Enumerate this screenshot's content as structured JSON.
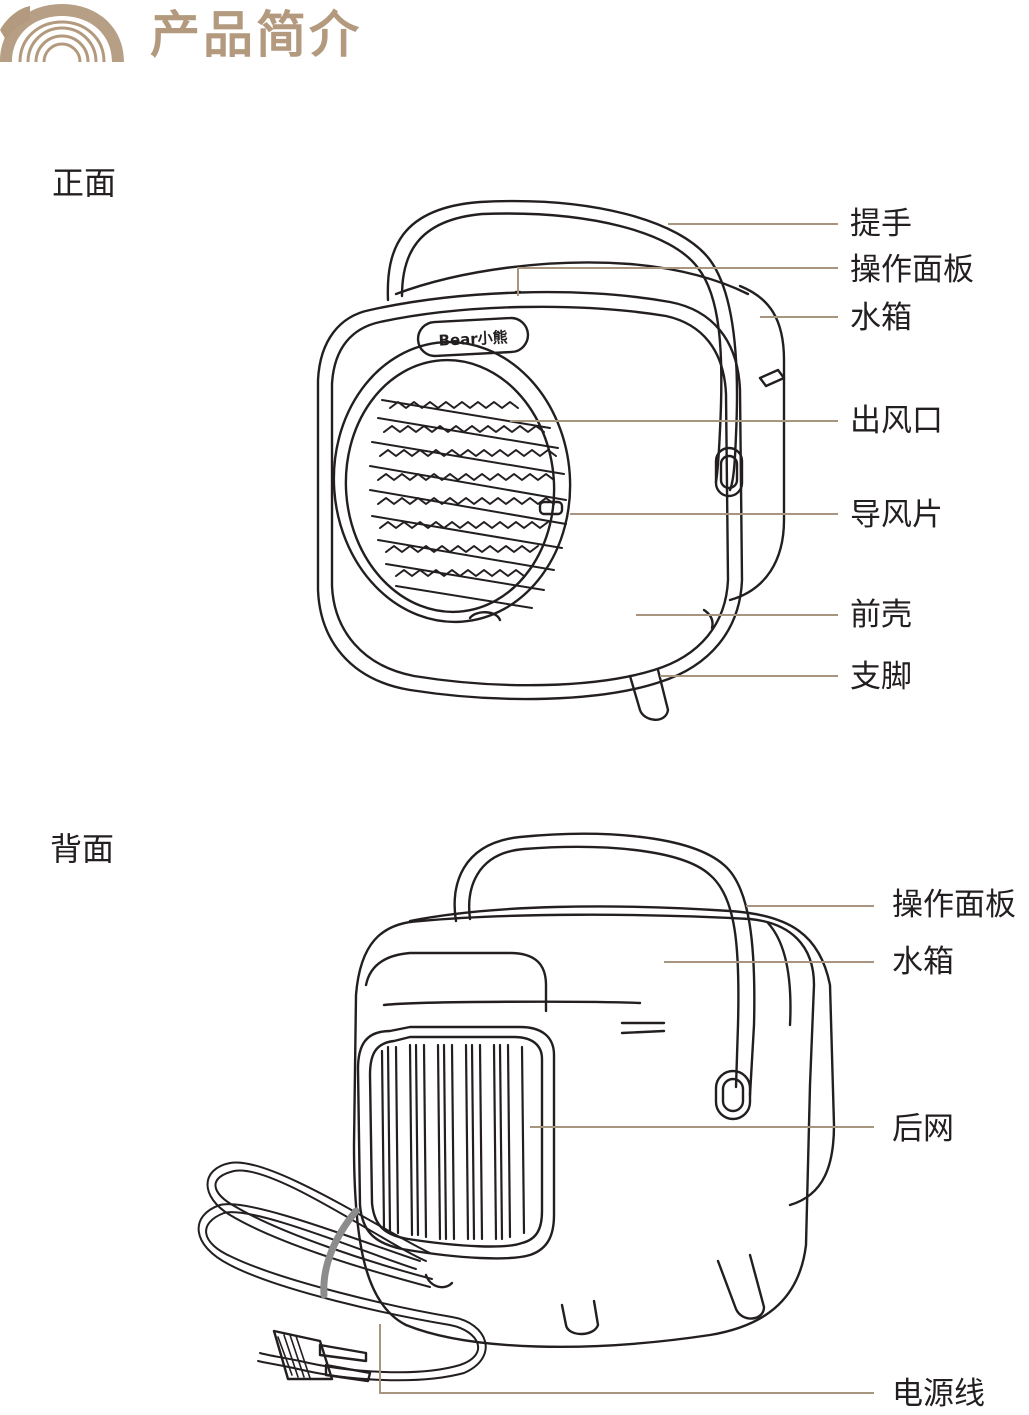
{
  "header": {
    "title": "产品简介"
  },
  "front_view": {
    "section_title": "正面",
    "brand_logo_text": "Bear小熊",
    "callouts": [
      {
        "label": "提手"
      },
      {
        "label": "操作面板"
      },
      {
        "label": "水箱"
      },
      {
        "label": "出风口"
      },
      {
        "label": "导风片"
      },
      {
        "label": "前壳"
      },
      {
        "label": "支脚"
      }
    ]
  },
  "back_view": {
    "section_title": "背面",
    "callouts": [
      {
        "label": "操作面板"
      },
      {
        "label": "水箱"
      },
      {
        "label": "后网"
      },
      {
        "label": "电源线"
      }
    ]
  },
  "colors": {
    "accent": "#b39a7e",
    "leader_line": "#a8957f",
    "line_art": "#231f20",
    "cord_band": "#8c8c8c"
  }
}
